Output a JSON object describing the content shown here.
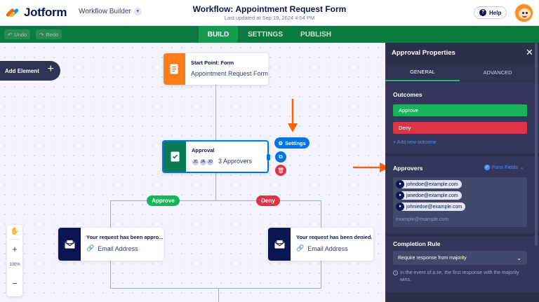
{
  "header": {
    "logo_text": "Jotform",
    "workflow_builder_label": "Workflow Builder",
    "title": "Workflow: Appointment Request Form",
    "last_updated": "Last updated at Sep 19, 2024 4:04 PM",
    "help_label": "Help"
  },
  "toolbar": {
    "undo_label": "Undo",
    "redo_label": "Redo",
    "tabs": [
      {
        "label": "BUILD",
        "active": true
      },
      {
        "label": "SETTINGS",
        "active": false
      },
      {
        "label": "PUBLISH",
        "active": false
      }
    ]
  },
  "canvas": {
    "add_element_label": "Add Element",
    "start_node": {
      "title": "Start Point: Form",
      "subtitle": "Appointment Request Form"
    },
    "approval_node": {
      "title": "Approval",
      "approvers_text": "3 Approvers",
      "initials": [
        "JC",
        "JA",
        "JO"
      ]
    },
    "settings_label": "Settings",
    "approve_pill": "Approve",
    "deny_pill": "Deny",
    "approved_node": {
      "title": "Your request has been appro...",
      "subtitle": "Email Address"
    },
    "denied_node": {
      "title": "Your request has been denied.",
      "subtitle": "Email Address"
    },
    "zoom_level": "100%",
    "colors": {
      "approve": "#18b45b",
      "deny": "#dc3545",
      "form_icon": "#ff7b1c",
      "approval_icon": "#0b7a50",
      "email_icon": "#0a1551",
      "accent": "#0075e3"
    }
  },
  "panel": {
    "title": "Approval Properties",
    "tabs": [
      {
        "label": "GENERAL",
        "active": true
      },
      {
        "label": "ADVANCED",
        "active": false
      }
    ],
    "outcomes_label": "Outcomes",
    "outcomes": [
      {
        "label": "Approve",
        "color": "#18b45b"
      },
      {
        "label": "Deny",
        "color": "#dc3545"
      }
    ],
    "add_outcome_label": "+ Add new outcome",
    "approvers_label": "Approvers",
    "form_fields_label": "Form Fields",
    "approver_emails": [
      "johndoe@example.com",
      "janedoe@example.com",
      "johniedoe@example.com"
    ],
    "email_placeholder": "example@example.com",
    "completion_rule_label": "Completion Rule",
    "completion_rule_value": "Require response from majority",
    "completion_rule_note": "In the event of a tie, the first response with the majority wins."
  }
}
